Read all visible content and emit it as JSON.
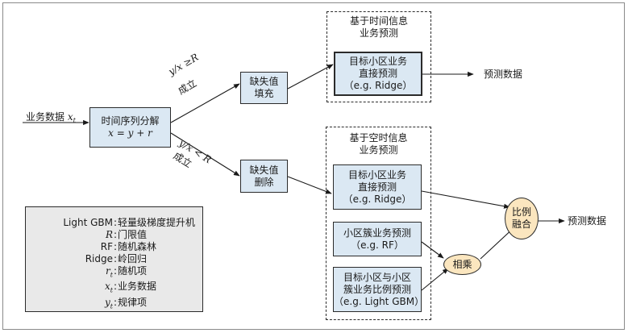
{
  "input_label": "业务数据",
  "input_symbol": "x",
  "input_sub": "t",
  "decompose": {
    "line1": "时间序列分解",
    "formula": "x = y + r"
  },
  "cond_top": {
    "line1": "y/x ≥R",
    "line2": "成立"
  },
  "cond_bottom": {
    "line1": "y/x < R",
    "line2": "成立"
  },
  "fill_box": {
    "line1": "缺失值",
    "line2": "填充"
  },
  "delete_box": {
    "line1": "缺失值",
    "line2": "删除"
  },
  "group_temporal": {
    "line1": "基于时间信息",
    "line2": "业务预测"
  },
  "group_spatiotemporal": {
    "line1": "基于空时信息",
    "line2": "业务预测"
  },
  "model_direct_top": {
    "line1": "目标小区业务",
    "line2": "直接预测",
    "line3": "（e.g. Ridge）"
  },
  "model_direct_bottom": {
    "line1": "目标小区业务",
    "line2": "直接预测",
    "line3": "（e.g. Ridge）"
  },
  "model_cluster": {
    "line1": "小区簇业务预测",
    "line2": "（e.g. RF）"
  },
  "model_ratio": {
    "line1": "目标小区与小区",
    "line2": "簇业务比例预测",
    "line3": "（e.g. Light GBM）"
  },
  "multiply": "相乘",
  "fuse": {
    "line1": "比例",
    "line2": "融合"
  },
  "output_top": "预测数据",
  "output_bottom": "预测数据",
  "legend": [
    {
      "key": "Light GBM",
      "value": "轻量级梯度提升机"
    },
    {
      "key": "R",
      "value": "门限值"
    },
    {
      "key": "RF",
      "value": "随机森林"
    },
    {
      "key": "Ridge",
      "value": "岭回归"
    },
    {
      "key": "r",
      "value": "随机项"
    },
    {
      "key": "x",
      "value": "业务数据"
    },
    {
      "key": "y",
      "value": "规律项"
    }
  ],
  "colors": {
    "box_fill": "#dbe8f3",
    "ellipse_fill": "#fbe6bf",
    "legend_fill": "#e9e9e9",
    "frame": "#8a8a8a"
  }
}
